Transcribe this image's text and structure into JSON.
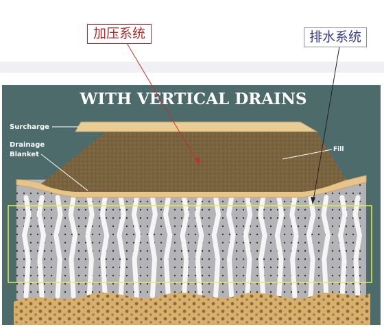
{
  "annotations": {
    "surcharge_system": "加压系统",
    "drainage_system": "排水系统"
  },
  "figure": {
    "title": "WITH VERTICAL DRAINS",
    "labels": {
      "surcharge": "Surcharge",
      "drainage_blanket_line1": "Drainage",
      "drainage_blanket_line2": "Blanket",
      "fill": "Fill"
    }
  },
  "colors": {
    "panel_background": "#4d6b6b",
    "fill": "#7a6440",
    "surcharge": "#e9cc96",
    "blanket": "#e6c48a",
    "clay": "#b4b4b8",
    "drain": "#f5f5f5",
    "sand": "#d8b06c",
    "highlight_box": "#e8ec50",
    "callout_red": "#b02828",
    "callout_blue": "#3a3a8c"
  }
}
